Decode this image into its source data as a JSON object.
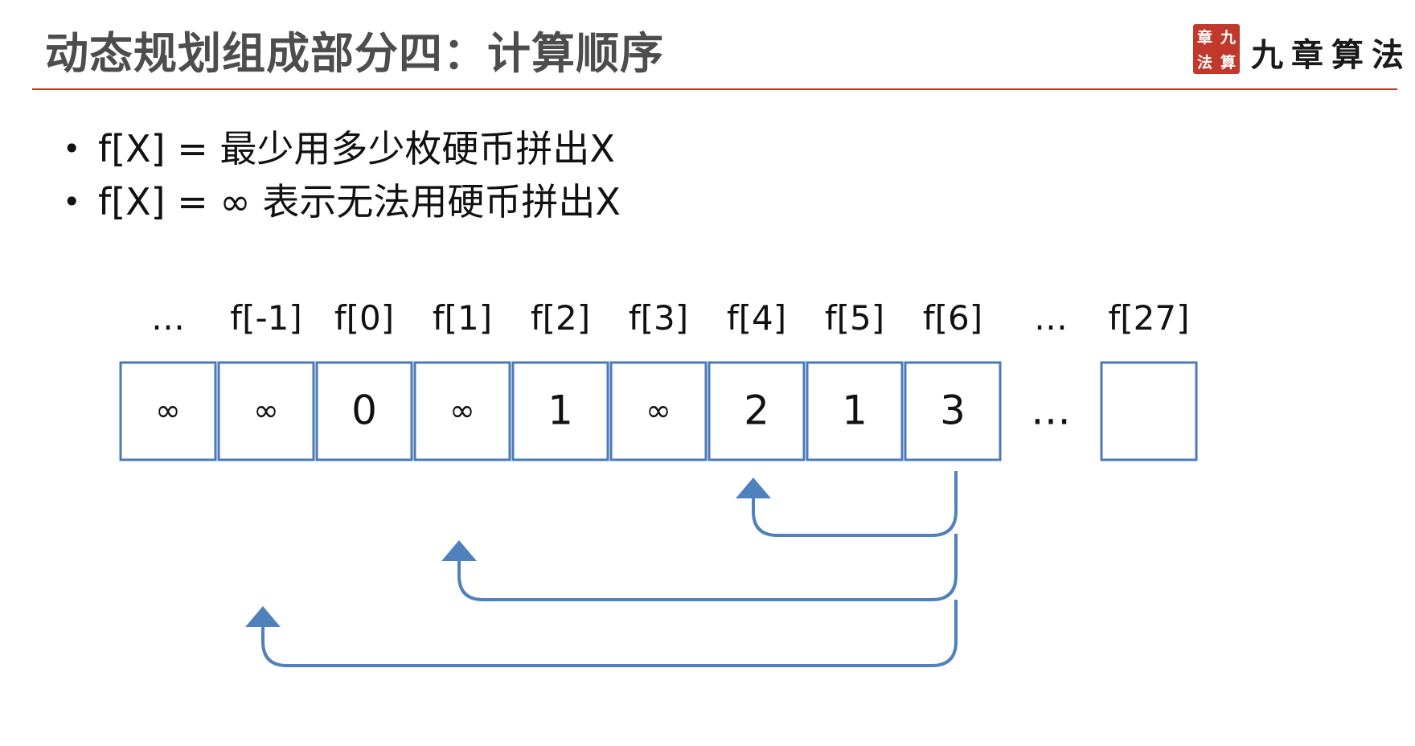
{
  "header": {
    "title": "动态规划组成部分四：计算顺序",
    "accent_color": "#b23a2a"
  },
  "logo": {
    "seal_chars": [
      "九",
      "章",
      "算",
      "法"
    ],
    "text": "九章算法"
  },
  "bullets": [
    "f[X] = 最少用多少枚硬币拼出X",
    "f[X] = ∞ 表示无法用硬币拼出X"
  ],
  "array": {
    "labels": [
      "…",
      "f[-1]",
      "f[0]",
      "f[1]",
      "f[2]",
      "f[3]",
      "f[4]",
      "f[5]",
      "f[6]",
      "…",
      "f[27]"
    ],
    "cells": [
      "∞",
      "∞",
      "0",
      "∞",
      "1",
      "∞",
      "2",
      "1",
      "3",
      "…",
      ""
    ],
    "ellipsis_indices": [
      9
    ],
    "border_color": "#4a7ab8"
  },
  "arrows": {
    "from": "f[6]",
    "to": [
      "f[4]",
      "f[1]",
      "f[-1]"
    ],
    "color": "#4f81bd"
  }
}
